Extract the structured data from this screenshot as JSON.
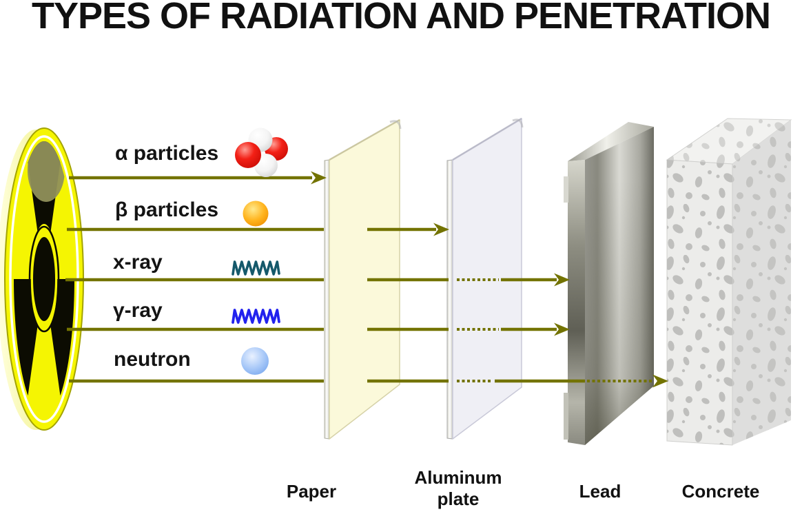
{
  "title": "TYPES OF RADIATION AND PENETRATION",
  "rows": [
    {
      "label": "α particles",
      "icon": "alpha-particles-icon",
      "stopped_by": "Paper"
    },
    {
      "label": "β particles",
      "icon": "beta-particle-icon",
      "stopped_by": "Aluminum plate"
    },
    {
      "label": "x-ray",
      "icon": "xray-wave-icon",
      "stopped_by": "Lead"
    },
    {
      "label": "γ-ray",
      "icon": "gamma-wave-icon",
      "stopped_by": "Lead"
    },
    {
      "label": "neutron",
      "icon": "neutron-icon",
      "stopped_by": "Concrete"
    }
  ],
  "barriers": [
    {
      "label": "Paper"
    },
    {
      "label": "Aluminum plate"
    },
    {
      "label": "Lead"
    },
    {
      "label": "Concrete"
    }
  ],
  "colors": {
    "arrow": "#737300",
    "alpha_red": "#e31b12",
    "beta_orange": "#f59b00",
    "xray_wave": "#15596b",
    "gamma_wave": "#2222ee",
    "neutron_sphere": "#7fadf2",
    "source_yellow": "#f5f500",
    "paper": "#fbf9da",
    "aluminum": "#efeff5"
  }
}
